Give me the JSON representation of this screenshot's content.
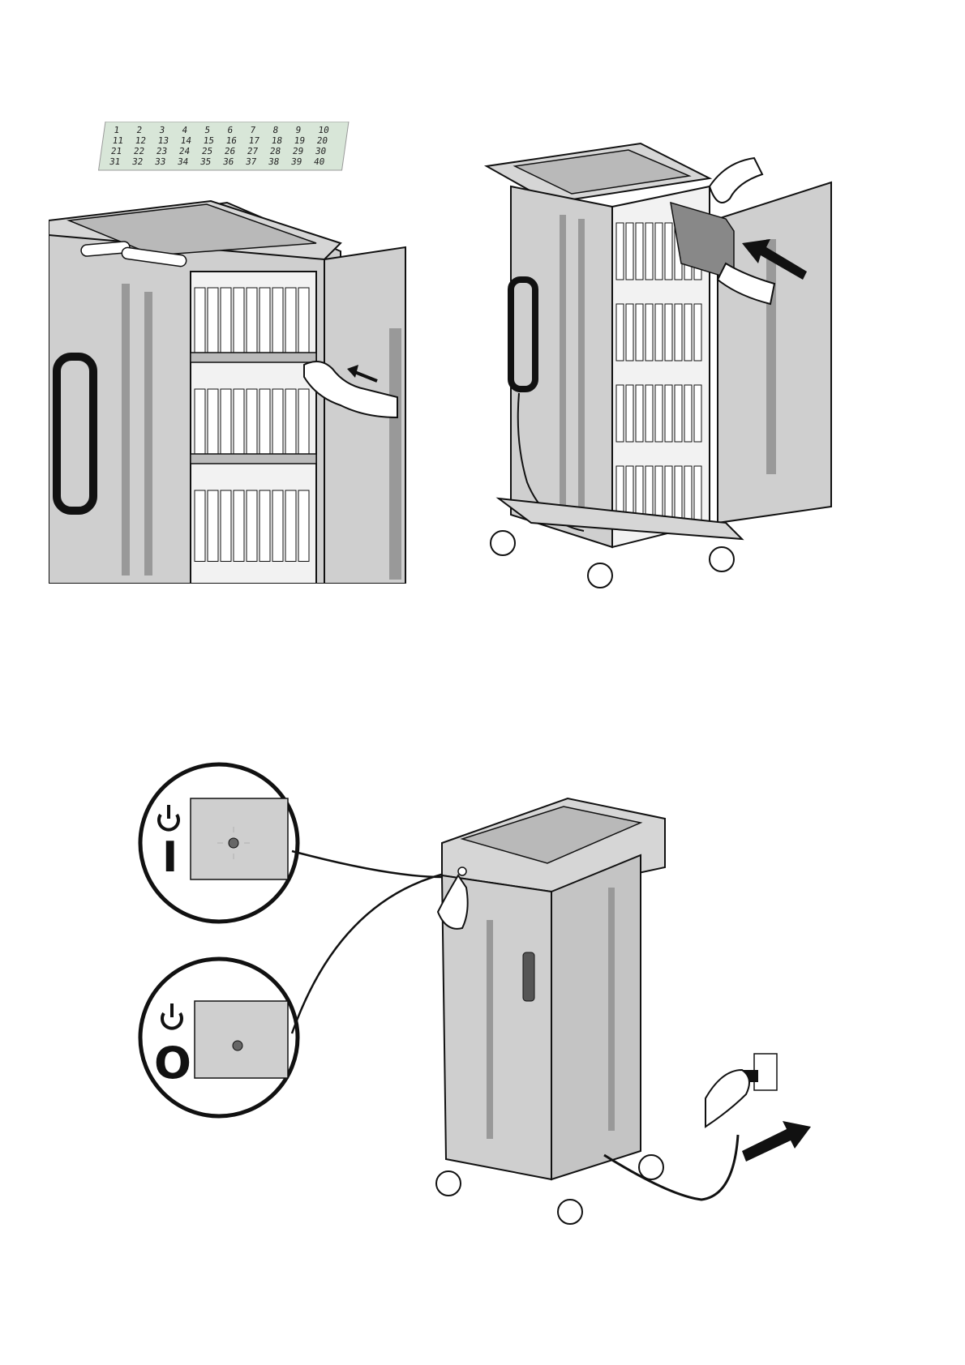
{
  "colors": {
    "cart_body": "#c8c8c8",
    "cart_dark": "#9a9a9a",
    "outline": "#111111",
    "label_sheet": "#d8e6d8",
    "arrow": "#111111"
  },
  "label_sheet": {
    "rows": [
      [
        "1",
        "2",
        "3",
        "4",
        "5",
        "6",
        "7",
        "8",
        "9",
        "10"
      ],
      [
        "11",
        "12",
        "13",
        "14",
        "15",
        "16",
        "17",
        "18",
        "19",
        "20"
      ],
      [
        "21",
        "22",
        "23",
        "24",
        "25",
        "26",
        "27",
        "28",
        "29",
        "30"
      ],
      [
        "31",
        "32",
        "33",
        "34",
        "35",
        "36",
        "37",
        "38",
        "39",
        "40"
      ]
    ]
  },
  "power_callouts": {
    "on_symbol": "I",
    "off_symbol": "O"
  },
  "icons": [
    "power-icon",
    "arrow-icon",
    "hand-icon",
    "wall-outlet-icon",
    "power-plug-icon"
  ]
}
